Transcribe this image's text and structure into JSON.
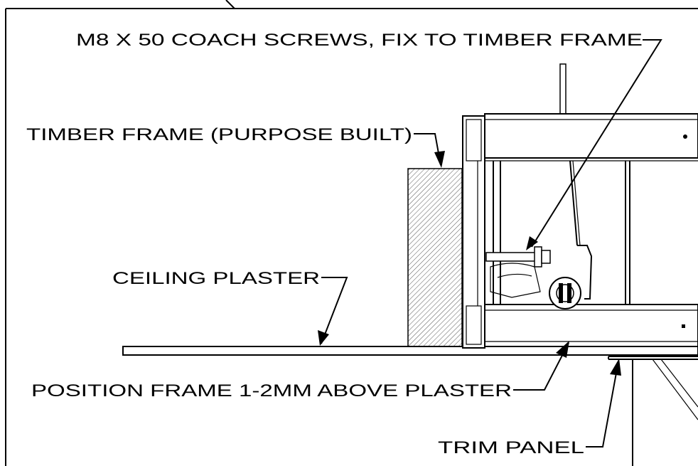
{
  "callouts": {
    "coach_screws": "M8 X 50 COACH SCREWS, FIX TO TIMBER FRAME",
    "timber_frame": "TIMBER FRAME (PURPOSE BUILT)",
    "ceiling_plaster": "CEILING PLASTER",
    "position_frame": "POSITION FRAME 1-2MM ABOVE PLASTER",
    "trim_panel": "TRIM PANEL"
  },
  "colors": {
    "line": "#000000",
    "background": "#ffffff",
    "hatch": "#555555"
  }
}
